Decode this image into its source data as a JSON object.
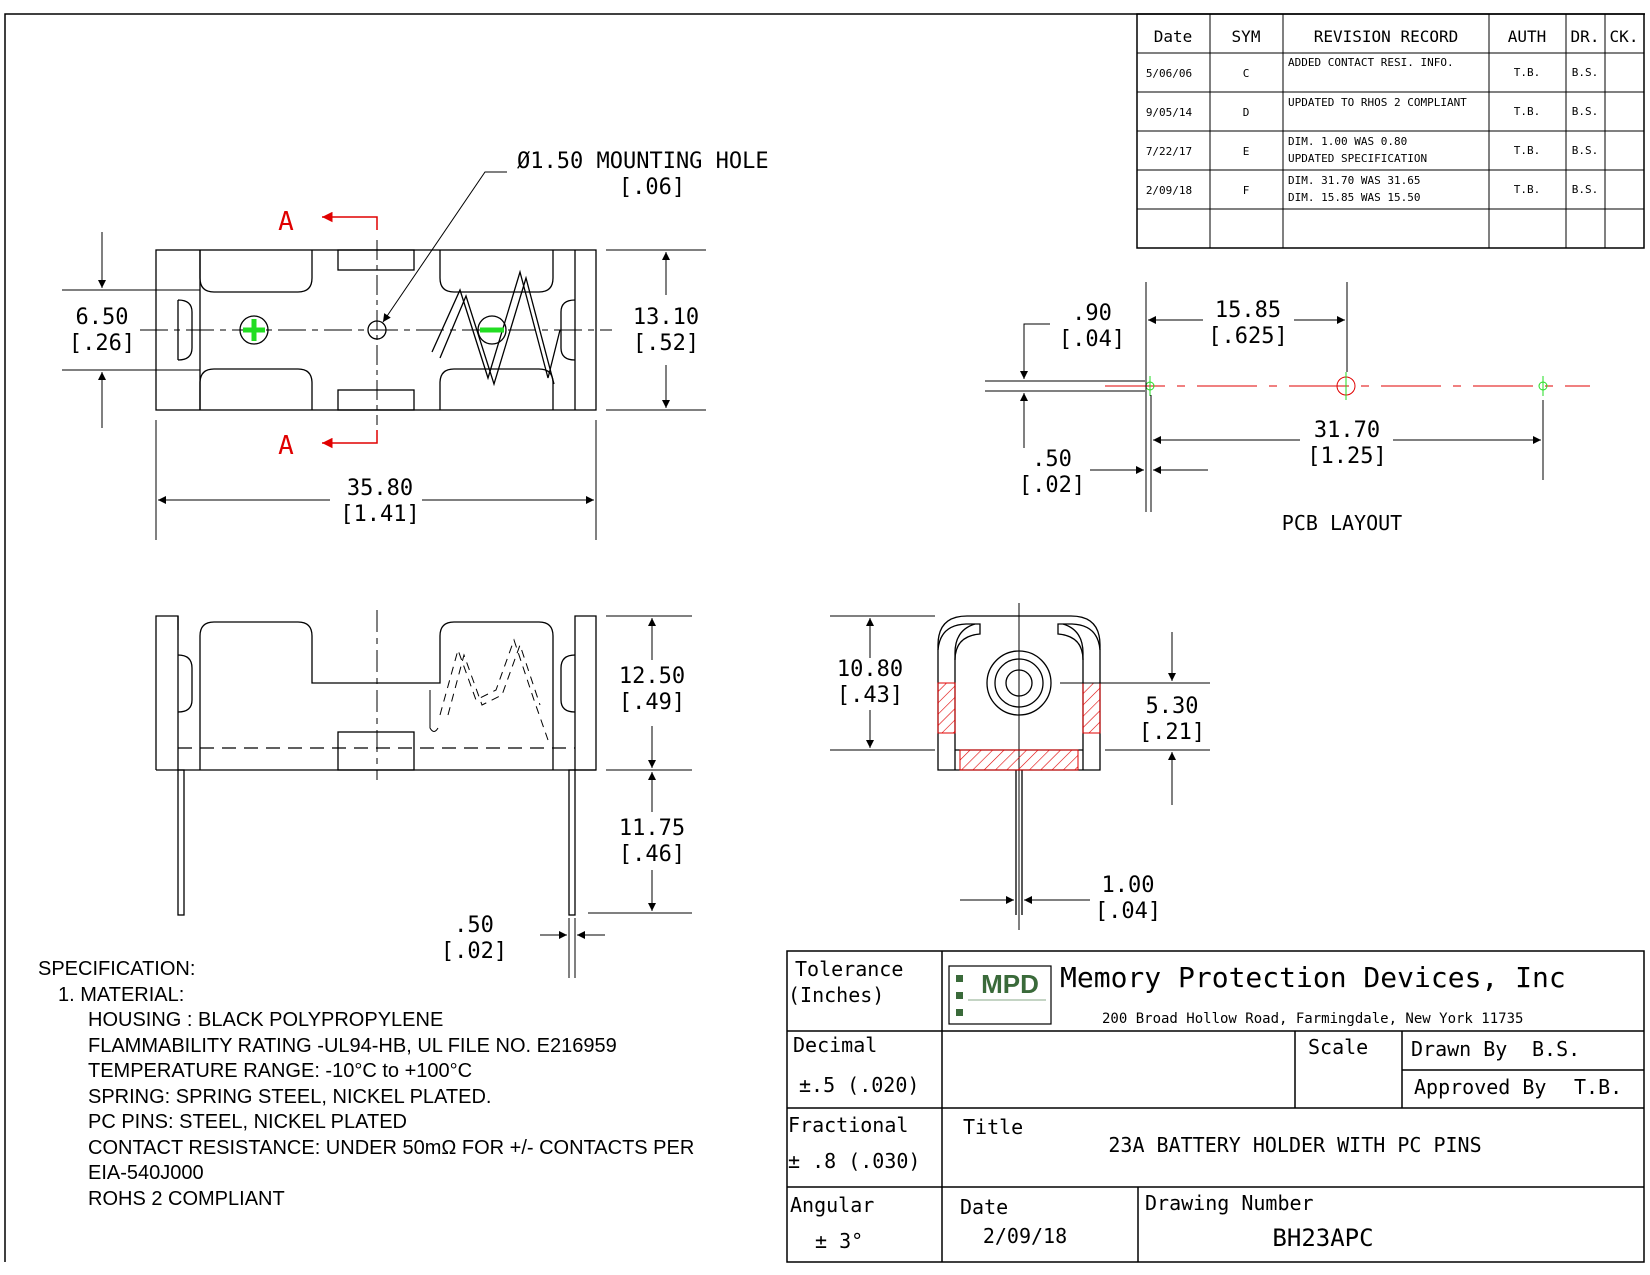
{
  "revision_table": {
    "headers": [
      "Date",
      "SYM",
      "REVISION RECORD",
      "AUTH",
      "DR.",
      "CK."
    ],
    "rows": [
      {
        "date": "5/06/06",
        "sym": "C",
        "record": [
          "ADDED CONTACT RESI. INFO."
        ],
        "auth": "T.B.",
        "dr": "B.S.",
        "ck": ""
      },
      {
        "date": "9/05/14",
        "sym": "D",
        "record": [
          "UPDATED TO RHOS 2 COMPLIANT"
        ],
        "auth": "T.B.",
        "dr": "B.S.",
        "ck": ""
      },
      {
        "date": "7/22/17",
        "sym": "E",
        "record": [
          "DIM. 1.00 WAS 0.80",
          "UPDATED SPECIFICATION"
        ],
        "auth": "T.B.",
        "dr": "B.S.",
        "ck": ""
      },
      {
        "date": "2/09/18",
        "sym": "F",
        "record": [
          "DIM. 31.70 WAS 31.65",
          "DIM. 15.85 WAS 15.50"
        ],
        "auth": "T.B.",
        "dr": "B.S.",
        "ck": ""
      }
    ]
  },
  "top_view": {
    "mounting_hole_label": "Ø1.50 MOUNTING HOLE",
    "mounting_hole_inch": "[.06]",
    "section_label": "A",
    "dim_width_mm": "6.50",
    "dim_width_in": "[.26]",
    "dim_height_mm": "13.10",
    "dim_height_in": "[.52]",
    "dim_length_mm": "35.80",
    "dim_length_in": "[1.41]"
  },
  "pcb_layout": {
    "title": "PCB LAYOUT",
    "dim_pad_mm": ".90",
    "dim_pad_in": "[.04]",
    "dim_half_mm": "15.85",
    "dim_half_in": "[.625]",
    "dim_full_mm": "31.70",
    "dim_full_in": "[1.25]",
    "dim_pin_mm": ".50",
    "dim_pin_in": "[.02]"
  },
  "side_view": {
    "dim_height_mm": "12.50",
    "dim_height_in": "[.49]",
    "dim_pin_len_mm": "11.75",
    "dim_pin_len_in": "[.46]",
    "dim_pin_mm": ".50",
    "dim_pin_in": "[.02]"
  },
  "end_view": {
    "dim_height_mm": "10.80",
    "dim_height_in": "[.43]",
    "dim_center_mm": "5.30",
    "dim_center_in": "[.21]",
    "dim_pin_mm": "1.00",
    "dim_pin_in": "[.04]"
  },
  "specification": {
    "heading": "SPECIFICATION:",
    "section": "1. MATERIAL:",
    "lines": [
      "HOUSING : BLACK POLYPROPYLENE",
      "FLAMMABILITY RATING -UL94-HB, UL FILE NO. E216959",
      "TEMPERATURE RANGE: -10°C to +100°C",
      "SPRING: SPRING STEEL, NICKEL PLATED.",
      "PC PINS: STEEL, NICKEL PLATED",
      "CONTACT RESISTANCE: UNDER 50mΩ FOR +/- CONTACTS PER",
      "EIA-540J000",
      "ROHS 2 COMPLIANT"
    ]
  },
  "title_block": {
    "tolerance_label": "Tolerance",
    "tolerance_unit": "(Inches)",
    "logo_text": "MPD",
    "company": "Memory Protection Devices, Inc",
    "address": "200 Broad Hollow Road, Farmingdale, New York 11735",
    "decimal_label": "Decimal",
    "decimal_value": "±.5 (.020)",
    "scale_label": "Scale",
    "drawn_by_label": "Drawn By",
    "drawn_by": "B.S.",
    "approved_by_label": "Approved By",
    "approved_by": "T.B.",
    "fractional_label": "Fractional",
    "fractional_value": "± .8 (.030)",
    "title_label": "Title",
    "title": "23A BATTERY HOLDER WITH PC PINS",
    "angular_label": "Angular",
    "angular_value": "± 3°",
    "date_label": "Date",
    "date": "2/09/18",
    "drawing_number_label": "Drawing Number",
    "drawing_number": "BH23APC"
  },
  "colors": {
    "line": "#000000",
    "section_red": "#e00000",
    "terminal_green": "#22dd22",
    "logo_green": "#3a6a3a"
  }
}
